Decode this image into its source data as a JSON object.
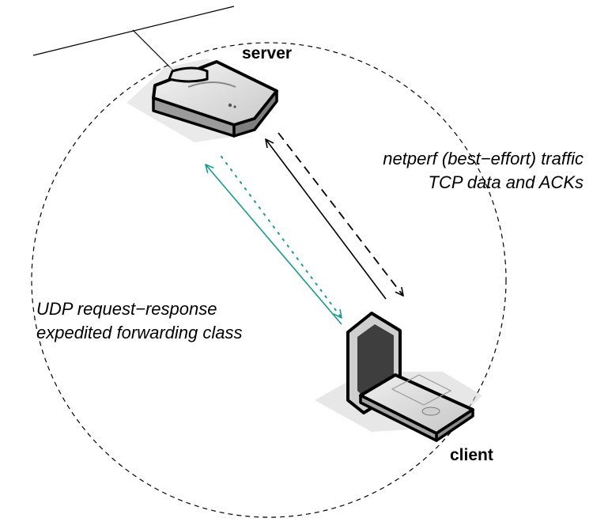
{
  "labels": {
    "server": "server",
    "client": "client",
    "tcp_line1": "netperf (best−effort) traffic",
    "tcp_line2": "TCP data and ACKs",
    "udp_line1": "UDP request−response",
    "udp_line2": "expedited forwarding class"
  },
  "colors": {
    "udp_arrow": "#1a9a8c",
    "tcp_arrow": "#000000",
    "range_circle": "#000000"
  },
  "icons": [
    "access-point-icon",
    "laptop-icon"
  ]
}
